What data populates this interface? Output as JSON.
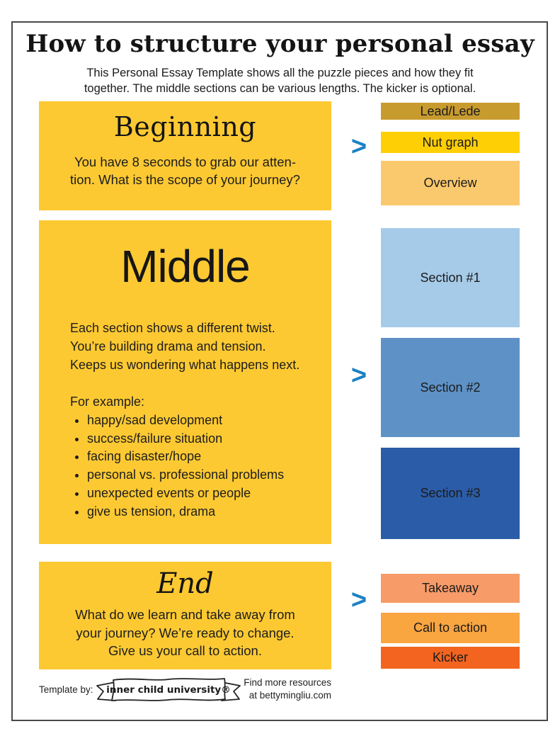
{
  "header": {
    "title": "How to structure your personal essay",
    "subtitle": "This Personal Essay Template shows all the puzzle pieces and how they fit together. The middle sections can be various lengths. The kicker is optional."
  },
  "beginning": {
    "heading": "Beginning",
    "line1": "You have 8 seconds to grab our atten-",
    "line2": "tion. What is the scope of your  journey?"
  },
  "middle": {
    "heading": "Middle",
    "lines": [
      "Each section shows a different twist.",
      "You’re building drama and tension.",
      "Keeps us wondering what happens next."
    ],
    "examples_intro": "For example:",
    "bullets": [
      "happy/sad development",
      "success/failure situation",
      "facing disaster/hope",
      "personal vs. professional problems",
      "unexpected events or people",
      "give us tension, drama"
    ]
  },
  "end": {
    "heading": "End",
    "line1": "What do we learn and take away from",
    "line2": "your journey? We’re ready to change.",
    "line3": "Give us your call to action."
  },
  "right_column": {
    "beginning_parts": [
      {
        "label": "Lead/Lede",
        "color": "#C89B2F"
      },
      {
        "label": "Nut graph",
        "color": "#FFCF05"
      },
      {
        "label": "Overview",
        "color": "#FBC96D"
      }
    ],
    "middle_parts": [
      {
        "label": "Section #1",
        "color": "#A6CBE9"
      },
      {
        "label": "Section #2",
        "color": "#5E92C7"
      },
      {
        "label": "Section #3",
        "color": "#2B5CA7"
      }
    ],
    "end_parts": [
      {
        "label": "Takeaway",
        "color": "#F79B68"
      },
      {
        "label": "Call to action",
        "color": "#F9A540"
      },
      {
        "label": "Kicker",
        "color": "#F2641F"
      }
    ]
  },
  "arrows": {
    "glyph": ">",
    "color": "#1B81C5"
  },
  "footer": {
    "template_by": "Template by:",
    "badge_text": "inner child university®",
    "resources_line1": "Find more resources",
    "resources_line2": "at bettymingliu.com"
  },
  "colors": {
    "panel_yellow": "#FDC932",
    "border_gray": "#4A4A4A",
    "text": "#1D1D1D"
  }
}
